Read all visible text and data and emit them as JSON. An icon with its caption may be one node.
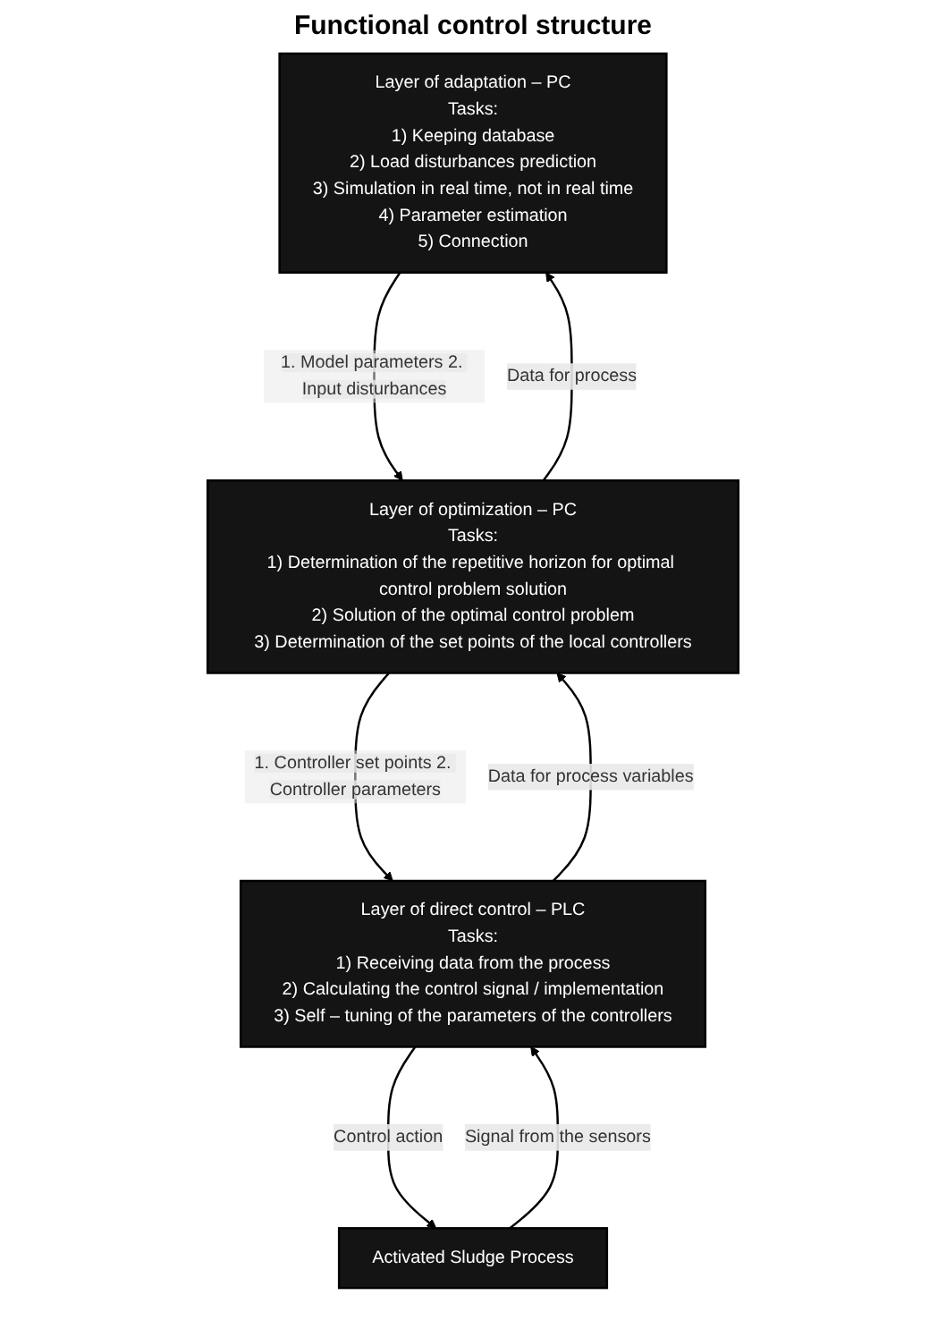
{
  "diagram": {
    "title": "Functional control structure",
    "nodes": [
      {
        "text": [
          "Layer of adaptation – PC",
          "Tasks:",
          "1) Keeping database",
          "2) Load disturbances prediction",
          "3) Simulation in real time, not in real time",
          "4) Parameter estimation",
          "5) Connection"
        ]
      },
      {
        "text": [
          "Layer of optimization – PC",
          "Tasks:",
          "1) Determination of the repetitive horizon for optimal control problem solution",
          "2) Solution of the optimal control problem",
          "3) Determination of the set points of the local controllers"
        ]
      },
      {
        "text": [
          "Layer of direct control – PLC",
          "Tasks:",
          "1) Receiving data from the process",
          "2) Calculating the control signal / implementation",
          "3) Self – tuning of the parameters of the controllers"
        ]
      },
      {
        "text": [
          "Activated Sludge Process"
        ]
      }
    ],
    "edges": [
      {
        "from": 0,
        "to": 1,
        "arrow": "to",
        "label": "1. Model parameters 2. Input disturbances"
      },
      {
        "from": 1,
        "to": 0,
        "arrow": "to",
        "label": "Data for process"
      },
      {
        "from": 1,
        "to": 2,
        "arrow": "to",
        "label": "1. Controller set points 2. Controller parameters"
      },
      {
        "from": 2,
        "to": 1,
        "arrow": "to",
        "label": "Data for process variables"
      },
      {
        "from": 2,
        "to": 3,
        "arrow": "to",
        "label": "Control action"
      },
      {
        "from": 3,
        "to": 2,
        "arrow": "to",
        "label": "Signal from the sensors"
      }
    ]
  }
}
